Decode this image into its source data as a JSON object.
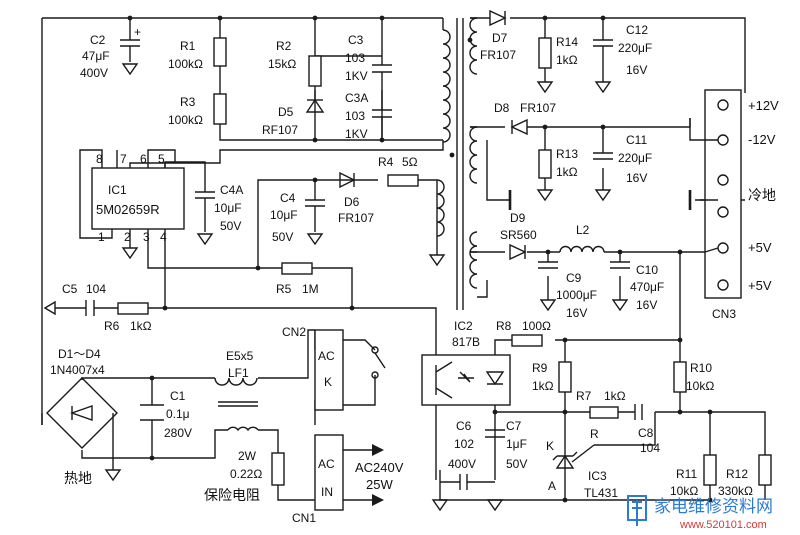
{
  "components": {
    "c2": {
      "ref": "C2",
      "value": "47μF",
      "rating": "400V"
    },
    "r1": {
      "ref": "R1",
      "value": "100kΩ"
    },
    "r3": {
      "ref": "R3",
      "value": "100kΩ"
    },
    "r2": {
      "ref": "R2",
      "value": "15kΩ"
    },
    "d5": {
      "ref": "D5",
      "part": "RF107"
    },
    "c3": {
      "ref": "C3",
      "value": "103",
      "rating": "1KV"
    },
    "c3a": {
      "ref": "C3A",
      "value": "103",
      "rating": "1KV"
    },
    "ic1": {
      "ref": "IC1",
      "part": "5M02659R",
      "pins_top": [
        "8",
        "7",
        "6",
        "5"
      ],
      "pins_bottom": [
        "1",
        "2",
        "3",
        "4"
      ]
    },
    "c4a": {
      "ref": "C4A",
      "value": "10μF",
      "rating": "50V"
    },
    "r4": {
      "ref": "R4",
      "value": "5Ω"
    },
    "d6": {
      "ref": "D6",
      "part": "FR107"
    },
    "c4": {
      "ref": "C4",
      "value": "10μF",
      "rating": "50V"
    },
    "r5": {
      "ref": "R5",
      "value": "1M"
    },
    "c5": {
      "ref": "C5",
      "value": "104"
    },
    "r6": {
      "ref": "R6",
      "value": "1kΩ"
    },
    "d1d4": {
      "ref": "D1～D4",
      "part": "1N4007x4"
    },
    "c1": {
      "ref": "C1",
      "value": "0.1μ",
      "rating": "280V"
    },
    "lf1": {
      "ref": "LF1",
      "value": "E5x5"
    },
    "fuse": {
      "value": "2W",
      "rating": "0.22Ω",
      "name": "保险电阻"
    },
    "cn2": {
      "ref": "CN2",
      "pins": [
        "AC",
        "K"
      ]
    },
    "cn1": {
      "ref": "CN1",
      "pins": [
        "AC",
        "IN"
      ]
    },
    "mains": {
      "voltage": "AC240V",
      "power": "25W"
    },
    "d7": {
      "ref": "D7",
      "part": "FR107"
    },
    "r14": {
      "ref": "R14",
      "value": "1kΩ"
    },
    "c12": {
      "ref": "C12",
      "value": "220μF",
      "rating": "16V"
    },
    "d8": {
      "ref": "D8",
      "part": "FR107"
    },
    "r13": {
      "ref": "R13",
      "value": "1kΩ"
    },
    "c11": {
      "ref": "C11",
      "value": "220μF",
      "rating": "16V"
    },
    "d9": {
      "ref": "D9",
      "part": "SR560"
    },
    "l2": {
      "ref": "L2"
    },
    "c9": {
      "ref": "C9",
      "value": "1000μF",
      "rating": "16V"
    },
    "c10": {
      "ref": "C10",
      "value": "470μF",
      "rating": "16V"
    },
    "ic2": {
      "ref": "IC2",
      "part": "817B"
    },
    "r8": {
      "ref": "R8",
      "value": "100Ω"
    },
    "r9": {
      "ref": "R9",
      "value": "1kΩ"
    },
    "r10": {
      "ref": "R10",
      "value": "10kΩ"
    },
    "r7": {
      "ref": "R7",
      "value": "1kΩ"
    },
    "c8": {
      "ref": "C8",
      "value": "104"
    },
    "c6": {
      "ref": "C6",
      "value": "102",
      "rating": "400V"
    },
    "c7": {
      "ref": "C7",
      "value": "1μF",
      "rating": "50V"
    },
    "ic3": {
      "ref": "IC3",
      "part": "TL431",
      "pin_k": "K",
      "pin_r": "R",
      "pin_a": "A"
    },
    "r11": {
      "ref": "R11",
      "value": "10kΩ"
    },
    "r12": {
      "ref": "R12",
      "value": "330kΩ"
    }
  },
  "cn3": {
    "ref": "CN3",
    "outputs": [
      "+12V",
      "-12V",
      "冷地",
      "+5V",
      "+5V"
    ]
  },
  "grounds": {
    "hot": "热地",
    "cold": "冷地"
  },
  "watermark": {
    "name": "家电维修资料网",
    "url": "www.520101.com"
  }
}
